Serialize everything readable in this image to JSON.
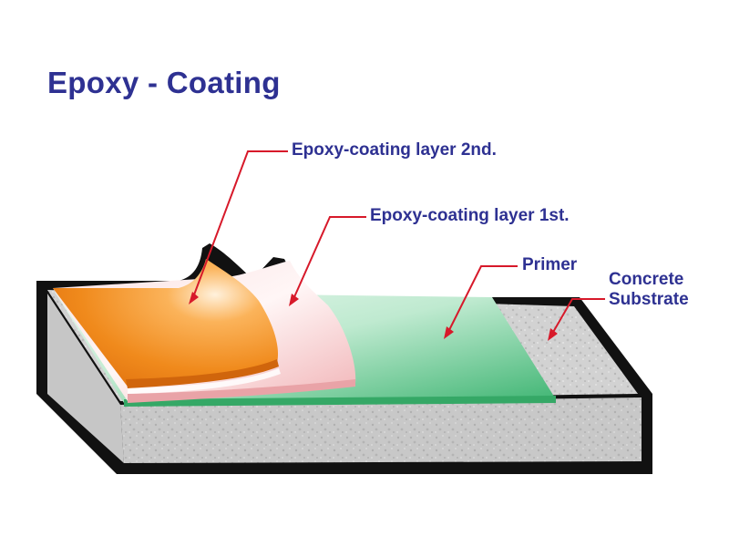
{
  "title": "Epoxy - Coating",
  "labels": {
    "layer2": "Epoxy-coating layer 2nd.",
    "layer1": "Epoxy-coating layer 1st.",
    "primer": "Primer",
    "concrete_line1": "Concrete",
    "concrete_line2": "Substrate"
  },
  "colors": {
    "text": "#2e3192",
    "leader": "#d7192a",
    "epoxy_layer_2": "#f28c1e",
    "epoxy_layer_1": "#f6c6c9",
    "primer": "#46b97a",
    "concrete": "#cfcfcf",
    "outline": "#1a1a1a"
  }
}
